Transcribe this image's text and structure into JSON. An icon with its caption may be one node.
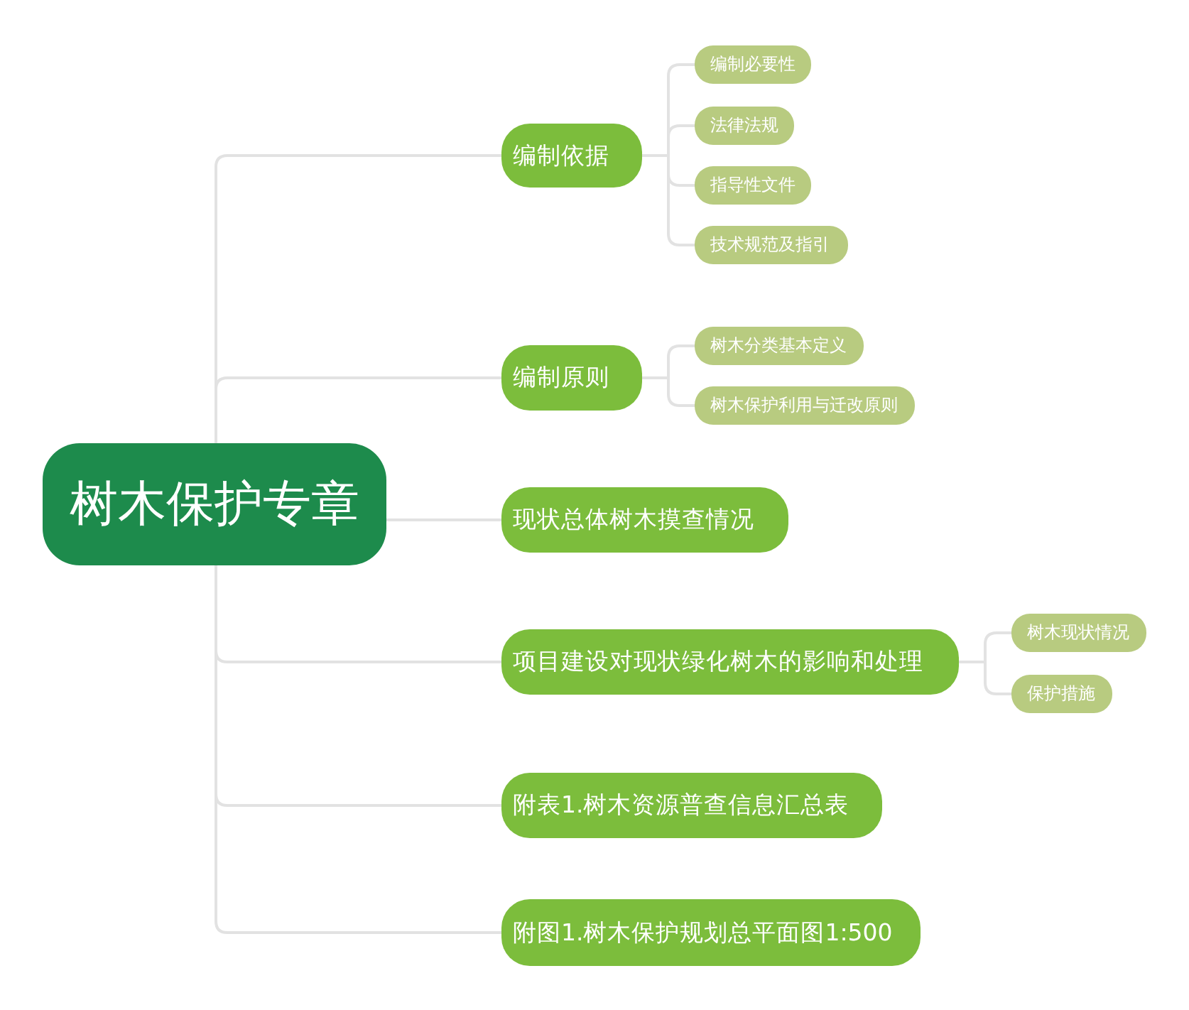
{
  "diagram": {
    "nodes": [
      {
        "text": [
          "树木保护专章"
        ]
      },
      {
        "text": [
          "编制依据"
        ]
      },
      {
        "text": [
          "编制必要性"
        ]
      },
      {
        "text": [
          "法律法规"
        ]
      },
      {
        "text": [
          "指导性文件"
        ]
      },
      {
        "text": [
          "技术规范及指引"
        ]
      },
      {
        "text": [
          "编制原则"
        ]
      },
      {
        "text": [
          "树木分类基本定义"
        ]
      },
      {
        "text": [
          "树木保护利用与迁改原则"
        ]
      },
      {
        "text": [
          "现状总体树木摸查情况"
        ]
      },
      {
        "text": [
          "项目建设对现状绿化树木的影响和处理"
        ]
      },
      {
        "text": [
          "树木现状情况"
        ]
      },
      {
        "text": [
          "保护措施"
        ]
      },
      {
        "text": [
          "附表1.树木资源普查信息汇总表"
        ]
      },
      {
        "text": [
          "附图1.树木保护规划总平面图1:500"
        ]
      }
    ],
    "edges": [
      {
        "from": 0,
        "to": 1,
        "arrow": "none"
      },
      {
        "from": 1,
        "to": 2,
        "arrow": "none"
      },
      {
        "from": 1,
        "to": 3,
        "arrow": "none"
      },
      {
        "from": 1,
        "to": 4,
        "arrow": "none"
      },
      {
        "from": 1,
        "to": 5,
        "arrow": "none"
      },
      {
        "from": 0,
        "to": 6,
        "arrow": "none"
      },
      {
        "from": 6,
        "to": 7,
        "arrow": "none"
      },
      {
        "from": 6,
        "to": 8,
        "arrow": "none"
      },
      {
        "from": 0,
        "to": 9,
        "arrow": "none"
      },
      {
        "from": 0,
        "to": 10,
        "arrow": "none"
      },
      {
        "from": 10,
        "to": 11,
        "arrow": "none"
      },
      {
        "from": 10,
        "to": 12,
        "arrow": "none"
      },
      {
        "from": 0,
        "to": 13,
        "arrow": "none"
      },
      {
        "from": 0,
        "to": 14,
        "arrow": "none"
      }
    ]
  }
}
